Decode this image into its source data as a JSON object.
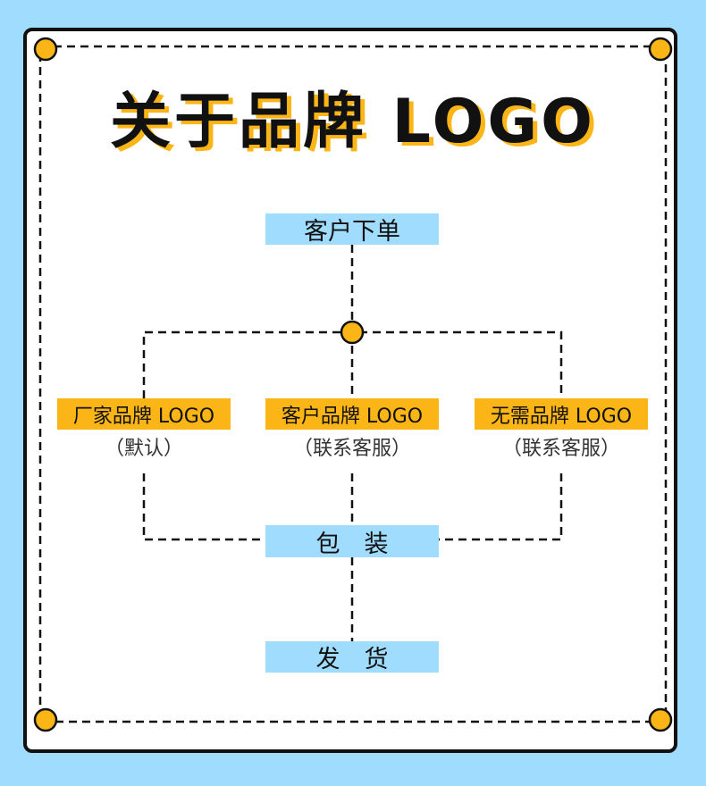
{
  "title": "关于品牌 LOGO",
  "colors": {
    "background": "#9fdcfd",
    "card": "#ffffff",
    "accent": "#fcb517",
    "line": "#111111"
  },
  "nodes": {
    "order": "客户下单",
    "option_factory": "厂家品牌 LOGO",
    "option_customer": "客户品牌 LOGO",
    "option_none": "无需品牌 LOGO",
    "note_factory": "（默认）",
    "note_customer": "（联系客服）",
    "note_none": "（联系客服）",
    "packing": "包　装",
    "shipping": "发　货"
  },
  "edges": [
    {
      "from": "客户下单",
      "to": "厂家品牌 LOGO"
    },
    {
      "from": "客户下单",
      "to": "客户品牌 LOGO"
    },
    {
      "from": "客户下单",
      "to": "无需品牌 LOGO"
    },
    {
      "from": "厂家品牌 LOGO",
      "to": "包　装"
    },
    {
      "from": "客户品牌 LOGO",
      "to": "包　装"
    },
    {
      "from": "无需品牌 LOGO",
      "to": "包　装"
    },
    {
      "from": "包　装",
      "to": "发　货"
    }
  ],
  "corner_dot_icon": "circle"
}
